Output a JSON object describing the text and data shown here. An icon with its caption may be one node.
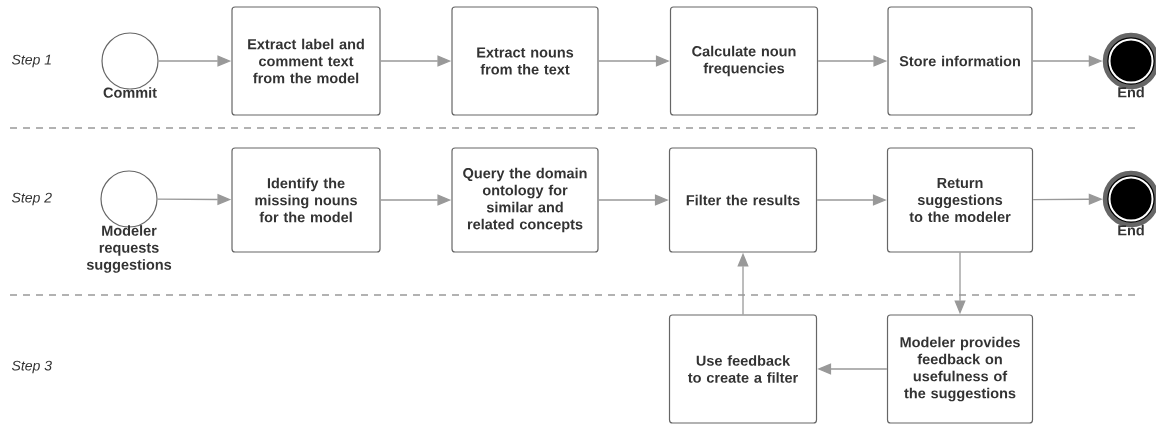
{
  "diagram": {
    "nodes": [
      {
        "text": [
          "Commit"
        ]
      },
      {
        "text": [
          "Extract label and comment text from the model"
        ]
      },
      {
        "text": [
          "Extract nouns from the text"
        ]
      },
      {
        "text": [
          "Calculate noun frequencies"
        ]
      },
      {
        "text": [
          "Store information"
        ]
      },
      {
        "text": [
          "End"
        ]
      },
      {
        "text": [
          "Modeler requests suggestions"
        ]
      },
      {
        "text": [
          "Identify the missing nouns for the model"
        ]
      },
      {
        "text": [
          "Query the domain ontology for similar and related concepts"
        ]
      },
      {
        "text": [
          "Filter the results"
        ]
      },
      {
        "text": [
          "Return suggestions to the modeler"
        ]
      },
      {
        "text": [
          "End"
        ]
      },
      {
        "text": [
          "Use feedback to create a filter"
        ]
      },
      {
        "text": [
          "Modeler provides feedback on usefulness of the suggestions"
        ]
      }
    ],
    "edges": [
      {
        "from": 0,
        "to": 1,
        "arrow": "to"
      },
      {
        "from": 1,
        "to": 2,
        "arrow": "to"
      },
      {
        "from": 2,
        "to": 3,
        "arrow": "to"
      },
      {
        "from": 3,
        "to": 4,
        "arrow": "to"
      },
      {
        "from": 4,
        "to": 5,
        "arrow": "to"
      },
      {
        "from": 6,
        "to": 7,
        "arrow": "to"
      },
      {
        "from": 7,
        "to": 8,
        "arrow": "to"
      },
      {
        "from": 8,
        "to": 9,
        "arrow": "to"
      },
      {
        "from": 9,
        "to": 10,
        "arrow": "to"
      },
      {
        "from": 10,
        "to": 11,
        "arrow": "to"
      },
      {
        "from": 10,
        "to": 13,
        "arrow": "to"
      },
      {
        "from": 13,
        "to": 12,
        "arrow": "to"
      },
      {
        "from": 12,
        "to": 9,
        "arrow": "to"
      }
    ],
    "labels": [
      "Step 1",
      "Step 2",
      "Step 3"
    ]
  }
}
